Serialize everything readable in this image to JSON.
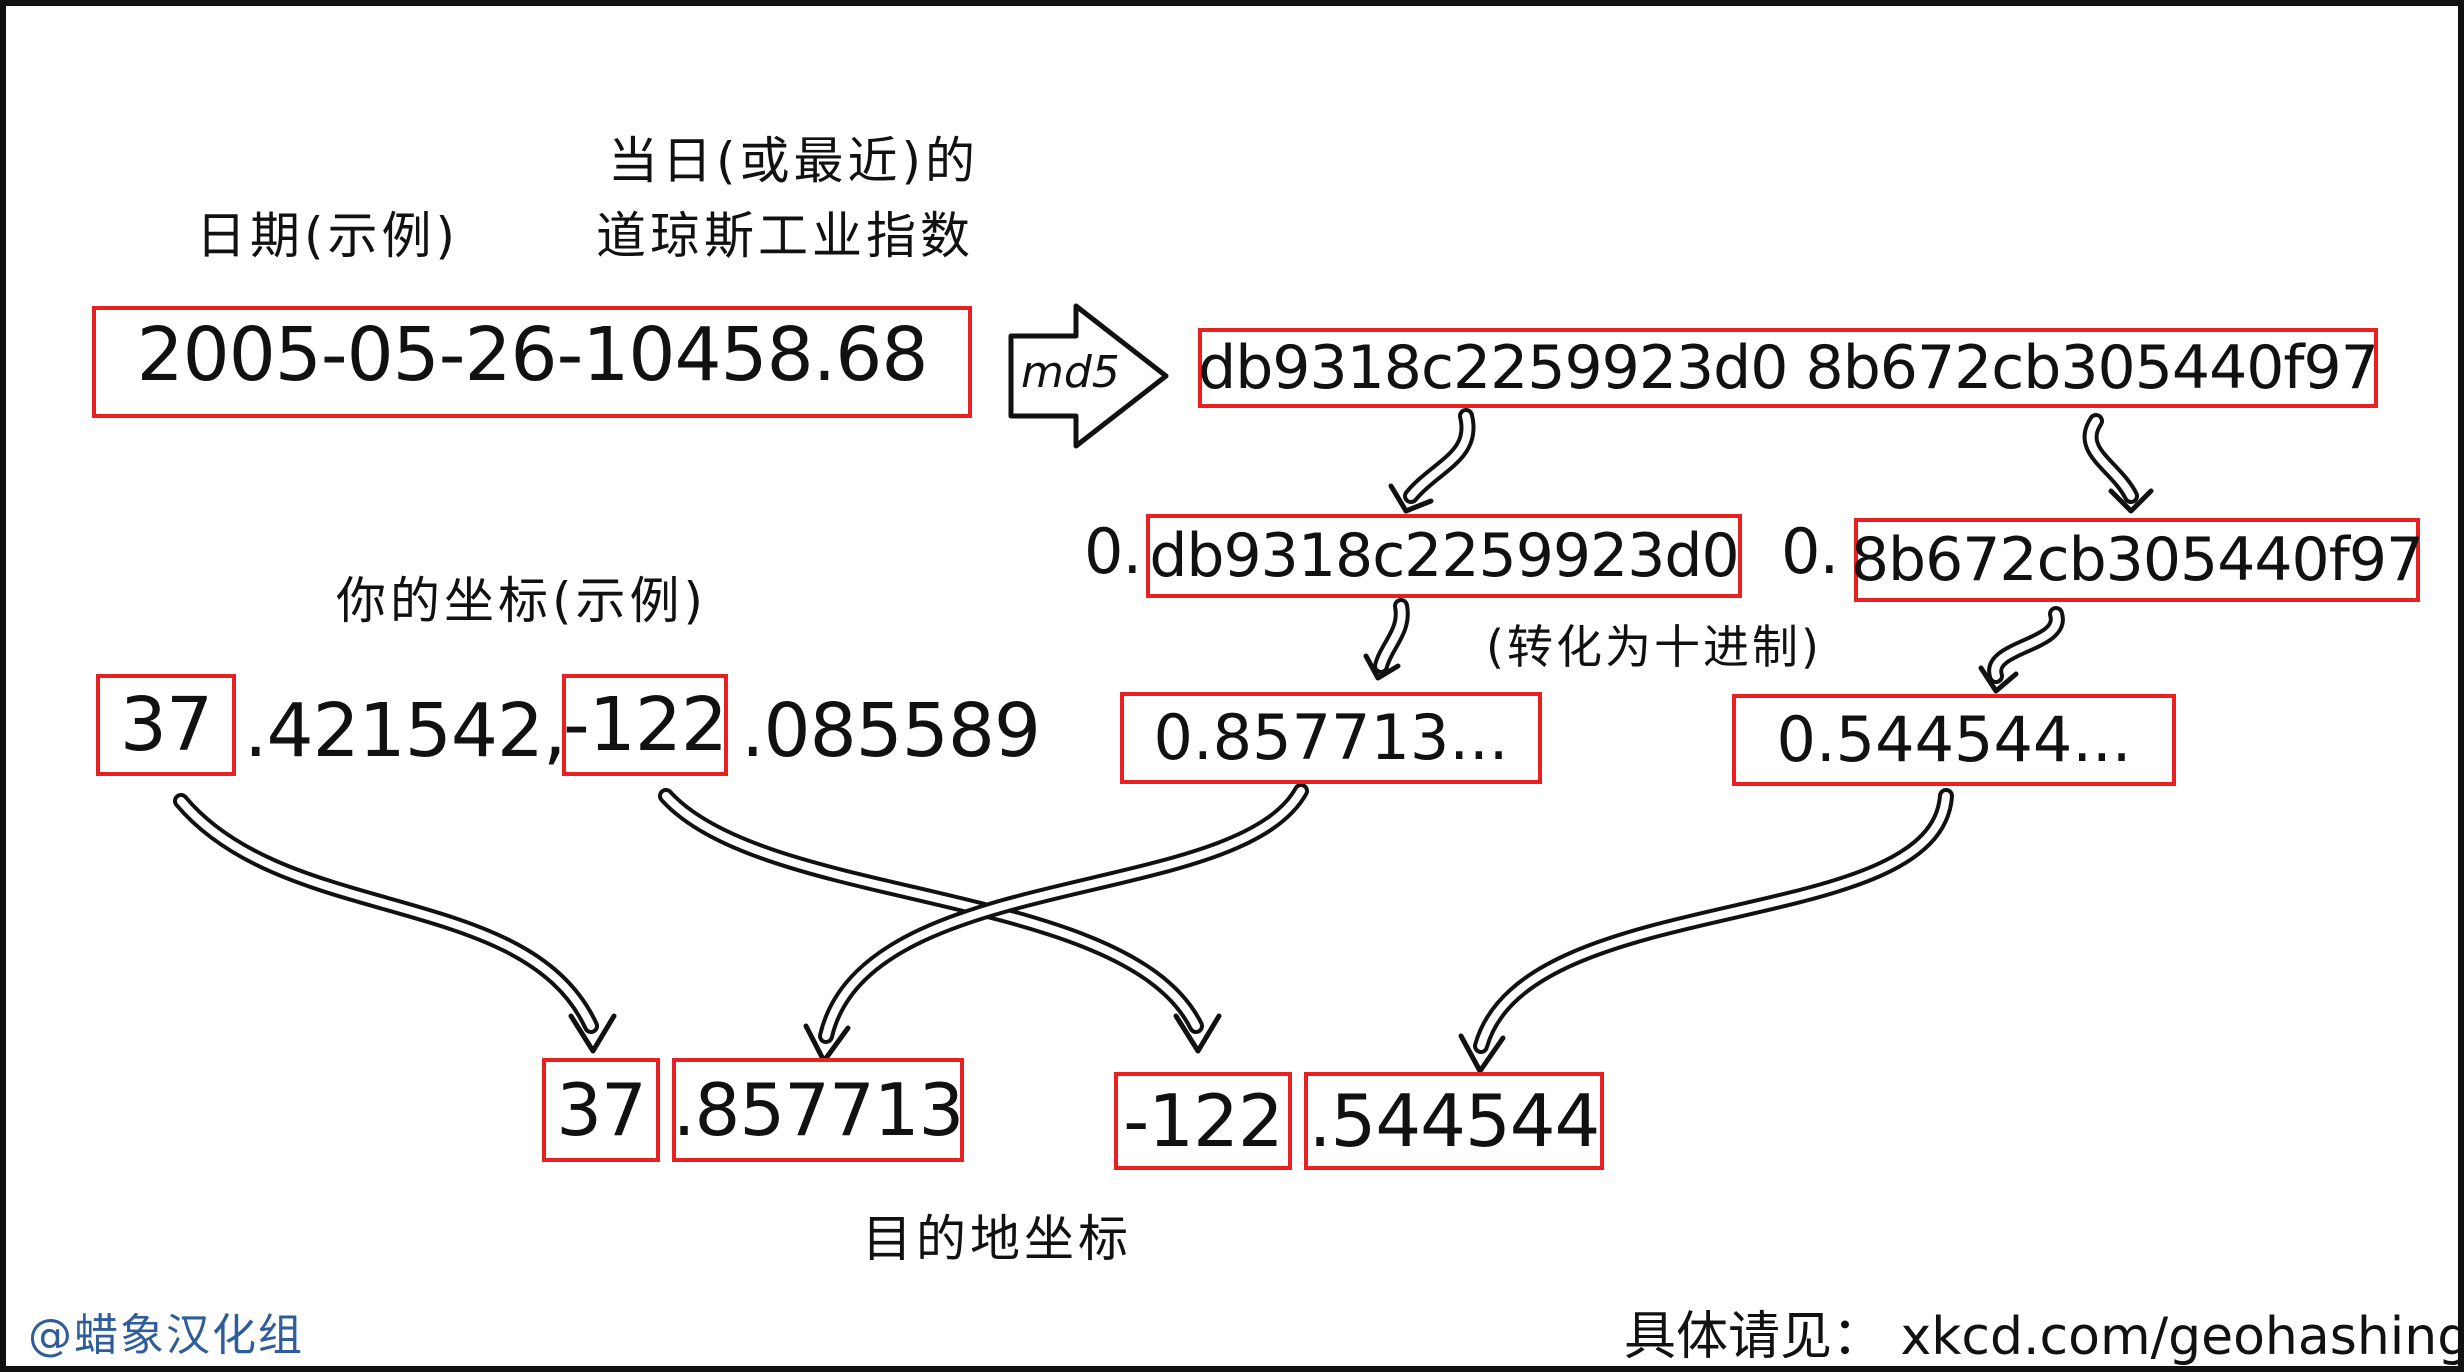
{
  "labels": {
    "date_label": "日期(示例)",
    "dow_label_line1": "当日(或最近)的",
    "dow_label_line2": "道琼斯工业指数",
    "coords_label": "你的坐标(示例)",
    "decimal_note": "(转化为十进制)",
    "destination_label": "目的地坐标",
    "md5": "md5"
  },
  "input": {
    "date_dow": "2005-05-26-10458.68"
  },
  "hash": {
    "full": "db9318c2259923d0 8b672cb305440f97",
    "first_prefix": "0.",
    "first_half": "db9318c2259923d0",
    "second_prefix": "0.",
    "second_half": "8b672cb305440f97"
  },
  "decimals": {
    "first": "0.857713...",
    "second": "0.544544..."
  },
  "current_coords": {
    "lat_int": "37",
    "lat_frac": ".421542,",
    "lon_int": "-122",
    "lon_frac": ".085589"
  },
  "destination": {
    "lat_int": "37",
    "lat_frac": ".857713",
    "lon_int": "-122",
    "lon_frac": ".544544"
  },
  "footer": {
    "credit": "@蜡象汉化组",
    "see_more": "具体请见： xkcd.com/geohashing"
  },
  "colors": {
    "box_border": "#e8201f",
    "ink": "#111111",
    "credit": "#2f5d9a"
  }
}
